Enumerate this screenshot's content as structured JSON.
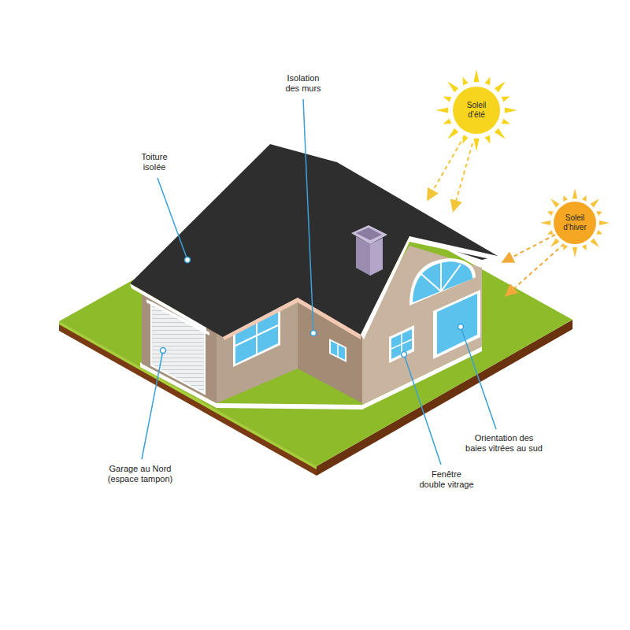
{
  "diagram": {
    "nodes": [
      {
        "text": [
          "Soleil d’été"
        ]
      },
      {
        "text": [
          "Soleil d’hiver"
        ]
      }
    ],
    "labels": [
      "Isolation des murs",
      "Toiture isolée",
      "Garage au Nord (espace tampon)",
      "Orientation des baies vitrées au sud",
      "Fenêtre double vitrage"
    ]
  }
}
